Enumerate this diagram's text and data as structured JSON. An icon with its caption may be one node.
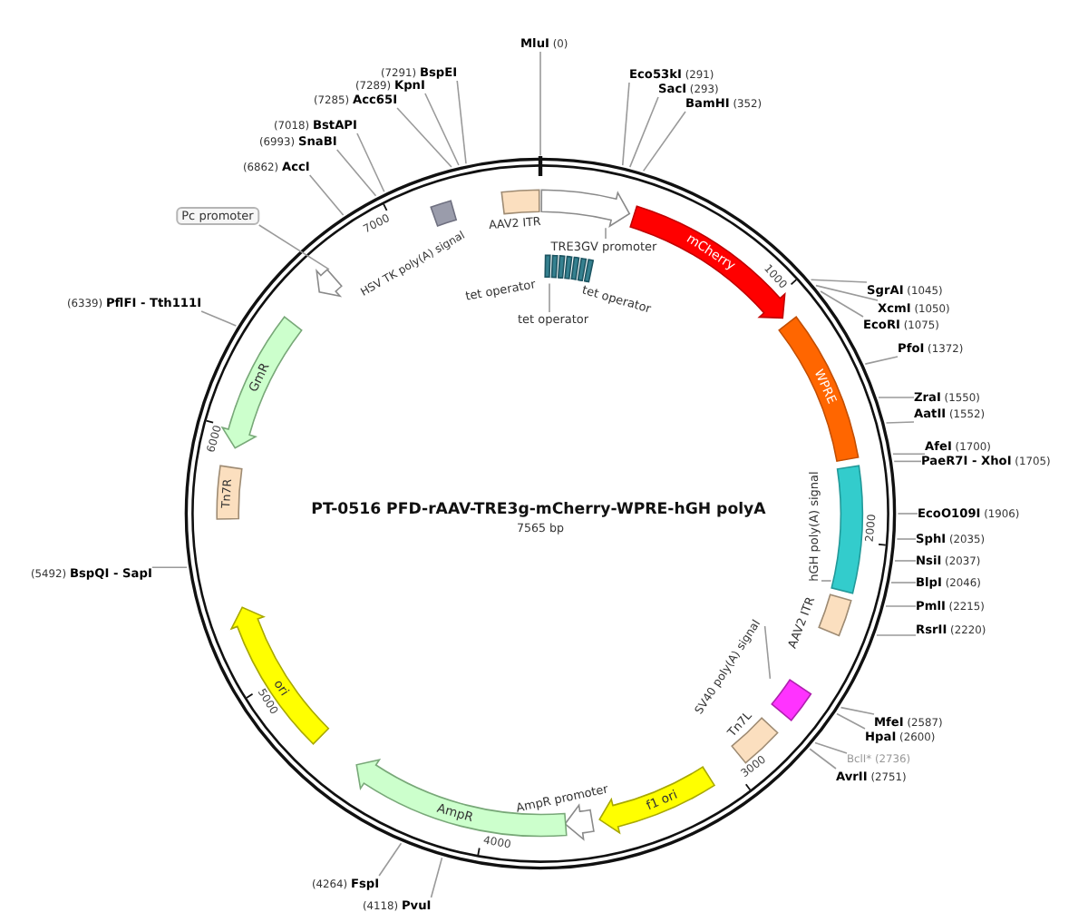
{
  "diagram": {
    "title": "PT-0516 PFD-rAAV-TRE3g-mCherry-WPRE-hGH polyA",
    "nodes": [
      {
        "text": [
          "**MluI** (0)"
        ]
      },
      {
        "text": [
          "**Eco53kI** (291)"
        ]
      },
      {
        "text": [
          "**SacI** (293)"
        ]
      },
      {
        "text": [
          "**BamHI** (352)"
        ]
      },
      {
        "text": [
          "**SgrAI** (1045)"
        ]
      },
      {
        "text": [
          "**XcmI** (1050)"
        ]
      },
      {
        "text": [
          "**EcoRI** (1075)"
        ]
      },
      {
        "text": [
          "**PfoI** (1372)"
        ]
      },
      {
        "text": [
          "**ZraI** (1550)"
        ]
      },
      {
        "text": [
          "**AatII** (1552)"
        ]
      },
      {
        "text": [
          "**AfeI** (1700)"
        ]
      },
      {
        "text": [
          "**PaeR7I - XhoI** (1705)"
        ]
      },
      {
        "text": [
          "**EcoO109I** (1906)"
        ]
      },
      {
        "text": [
          "**SphI** (2035)"
        ]
      },
      {
        "text": [
          "**NsiI** (2037)"
        ]
      },
      {
        "text": [
          "**BlpI** (2046)"
        ]
      },
      {
        "text": [
          "**PmlI** (2215)"
        ]
      },
      {
        "text": [
          "**RsrII** (2220)"
        ]
      },
      {
        "text": [
          "**MfeI** (2587)"
        ]
      },
      {
        "text": [
          "**HpaI** (2600)"
        ]
      },
      {
        "text": [
          "BclI* (2736)"
        ]
      },
      {
        "text": [
          "**AvrII** (2751)"
        ]
      },
      {
        "text": [
          "(4118) **PvuI**"
        ]
      },
      {
        "text": [
          "(4264) **FspI**"
        ]
      },
      {
        "text": [
          "(5492) **BspQI - SapI**"
        ]
      },
      {
        "text": [
          "(6339) **PflFI - Tth111I**"
        ]
      },
      {
        "text": [
          "(6862) **AccI**"
        ]
      },
      {
        "text": [
          "(6993) **SnaBI**"
        ]
      },
      {
        "text": [
          "(7018) **BstAPI**"
        ]
      },
      {
        "text": [
          "(7285) **Acc65I**"
        ]
      },
      {
        "text": [
          "(7289) **KpnI**"
        ]
      },
      {
        "text": [
          "(7291) **BspEI**"
        ]
      },
      {
        "text": [],
        "shape": "box",
        "beside": [
          "AAV2 ITR"
        ]
      },
      {
        "text": [],
        "shape": "arrow"
      },
      {
        "text": [
          "TRE3GV promoter"
        ]
      },
      {
        "text": [],
        "shape": "bar",
        "beside": [
          "tet operator"
        ]
      },
      {
        "text": [
          "tet operator"
        ]
      },
      {
        "text": [
          "mCherry"
        ]
      },
      {
        "text": [
          "WPRE"
        ]
      },
      {
        "text": [],
        "shape": "box"
      },
      {
        "text": [
          "hGH poly(A) signal"
        ]
      },
      {
        "text": [],
        "shape": "box",
        "beside": [
          "AAV2 ITR"
        ]
      },
      {
        "text": [],
        "shape": "box"
      },
      {
        "text": [
          "SV40 poly(A) signal"
        ]
      },
      {
        "text": [],
        "shape": "box",
        "beside": [
          "Tn7L"
        ]
      },
      {
        "text": [
          "f1 ori"
        ]
      },
      {
        "text": [],
        "shape": "arrow",
        "beside": [
          "AmpR promoter"
        ]
      },
      {
        "text": [
          "AmpR"
        ]
      },
      {
        "text": [
          "ori"
        ]
      },
      {
        "text": [
          "Tn7R"
        ]
      },
      {
        "text": [
          "GmR"
        ]
      },
      {
        "text": [],
        "shape": "arrow"
      },
      {
        "text": [
          "Pc promoter"
        ]
      },
      {
        "text": [],
        "shape": "box",
        "beside": [
          "HSV TK poly(A) signal"
        ]
      }
    ],
    "edges": [
      {
        "from": 0,
        "to": null,
        "arrow": "none"
      },
      {
        "from": 1,
        "to": null,
        "arrow": "none"
      },
      {
        "from": 2,
        "to": null,
        "arrow": "none"
      },
      {
        "from": 3,
        "to": null,
        "arrow": "none"
      },
      {
        "from": 4,
        "to": null,
        "arrow": "none"
      },
      {
        "from": 5,
        "to": null,
        "arrow": "none"
      },
      {
        "from": 6,
        "to": null,
        "arrow": "none"
      },
      {
        "from": 7,
        "to": null,
        "arrow": "none"
      },
      {
        "from": 8,
        "to": null,
        "arrow": "none"
      },
      {
        "from": 9,
        "to": null,
        "arrow": "none"
      },
      {
        "from": 10,
        "to": null,
        "arrow": "none"
      },
      {
        "from": 11,
        "to": null,
        "arrow": "none"
      },
      {
        "from": 12,
        "to": null,
        "arrow": "none"
      },
      {
        "from": 13,
        "to": null,
        "arrow": "none"
      },
      {
        "from": 14,
        "to": null,
        "arrow": "none"
      },
      {
        "from": 15,
        "to": null,
        "arrow": "none"
      },
      {
        "from": 16,
        "to": null,
        "arrow": "none"
      },
      {
        "from": 17,
        "to": null,
        "arrow": "none"
      },
      {
        "from": 18,
        "to": null,
        "arrow": "none"
      },
      {
        "from": 19,
        "to": null,
        "arrow": "none"
      },
      {
        "from": 20,
        "to": null,
        "arrow": "none"
      },
      {
        "from": 21,
        "to": null,
        "arrow": "none"
      },
      {
        "from": 22,
        "to": null,
        "arrow": "none"
      },
      {
        "from": 23,
        "to": null,
        "arrow": "none"
      },
      {
        "from": 24,
        "to": null,
        "arrow": "none"
      },
      {
        "from": 25,
        "to": null,
        "arrow": "none"
      },
      {
        "from": 26,
        "to": null,
        "arrow": "none"
      },
      {
        "from": 27,
        "to": null,
        "arrow": "none"
      },
      {
        "from": 28,
        "to": null,
        "arrow": "none"
      },
      {
        "from": 29,
        "to": null,
        "arrow": "none"
      },
      {
        "from": 30,
        "to": null,
        "arrow": "none"
      },
      {
        "from": 31,
        "to": null,
        "arrow": "none"
      },
      {
        "from": 34,
        "to": 33,
        "arrow": "none"
      },
      {
        "from": 36,
        "to": 35,
        "arrow": "none"
      },
      {
        "from": 40,
        "to": 39,
        "arrow": "none"
      },
      {
        "from": 43,
        "to": 42,
        "arrow": "none"
      },
      {
        "from": 52,
        "to": 51,
        "arrow": "none"
      }
    ],
    "labels": [
      "tet operator",
      "7565 bp",
      "1000",
      "2000",
      "3000",
      "4000",
      "5000",
      "6000",
      "7000"
    ]
  }
}
